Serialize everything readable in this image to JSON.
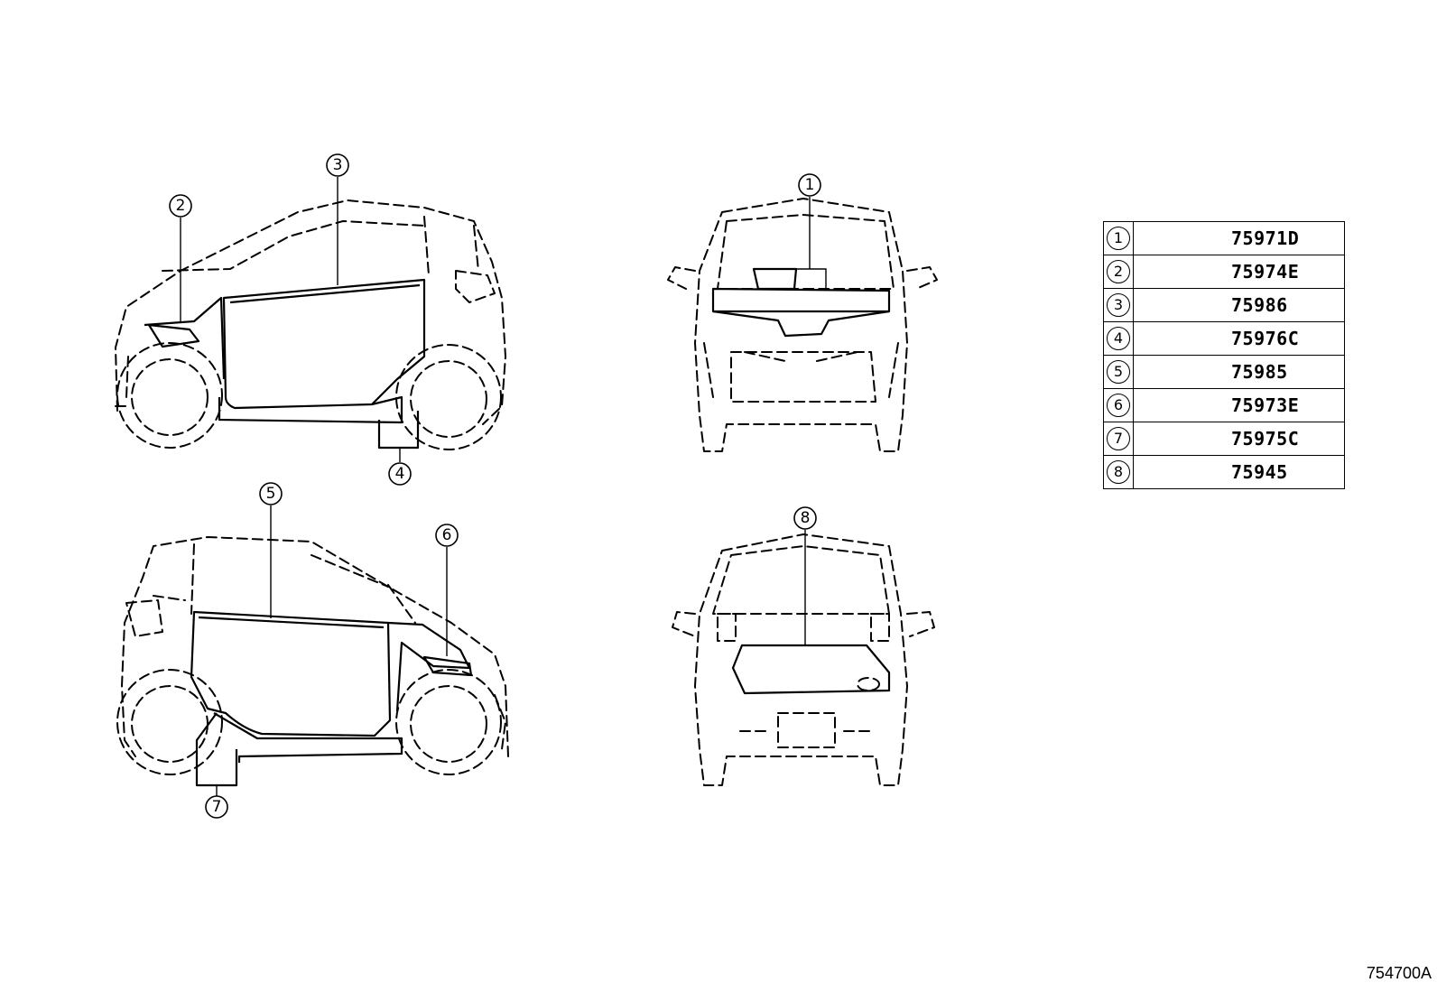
{
  "callouts": [
    "1",
    "2",
    "3",
    "4",
    "5",
    "6",
    "7",
    "8"
  ],
  "parts": [
    {
      "num": "1",
      "code": "75971D"
    },
    {
      "num": "2",
      "code": "75974E"
    },
    {
      "num": "3",
      "code": "75986"
    },
    {
      "num": "4",
      "code": "75976C"
    },
    {
      "num": "5",
      "code": "75985"
    },
    {
      "num": "6",
      "code": "75973E"
    },
    {
      "num": "7",
      "code": "75975C"
    },
    {
      "num": "8",
      "code": "75945"
    }
  ],
  "reference_code": "754700A"
}
